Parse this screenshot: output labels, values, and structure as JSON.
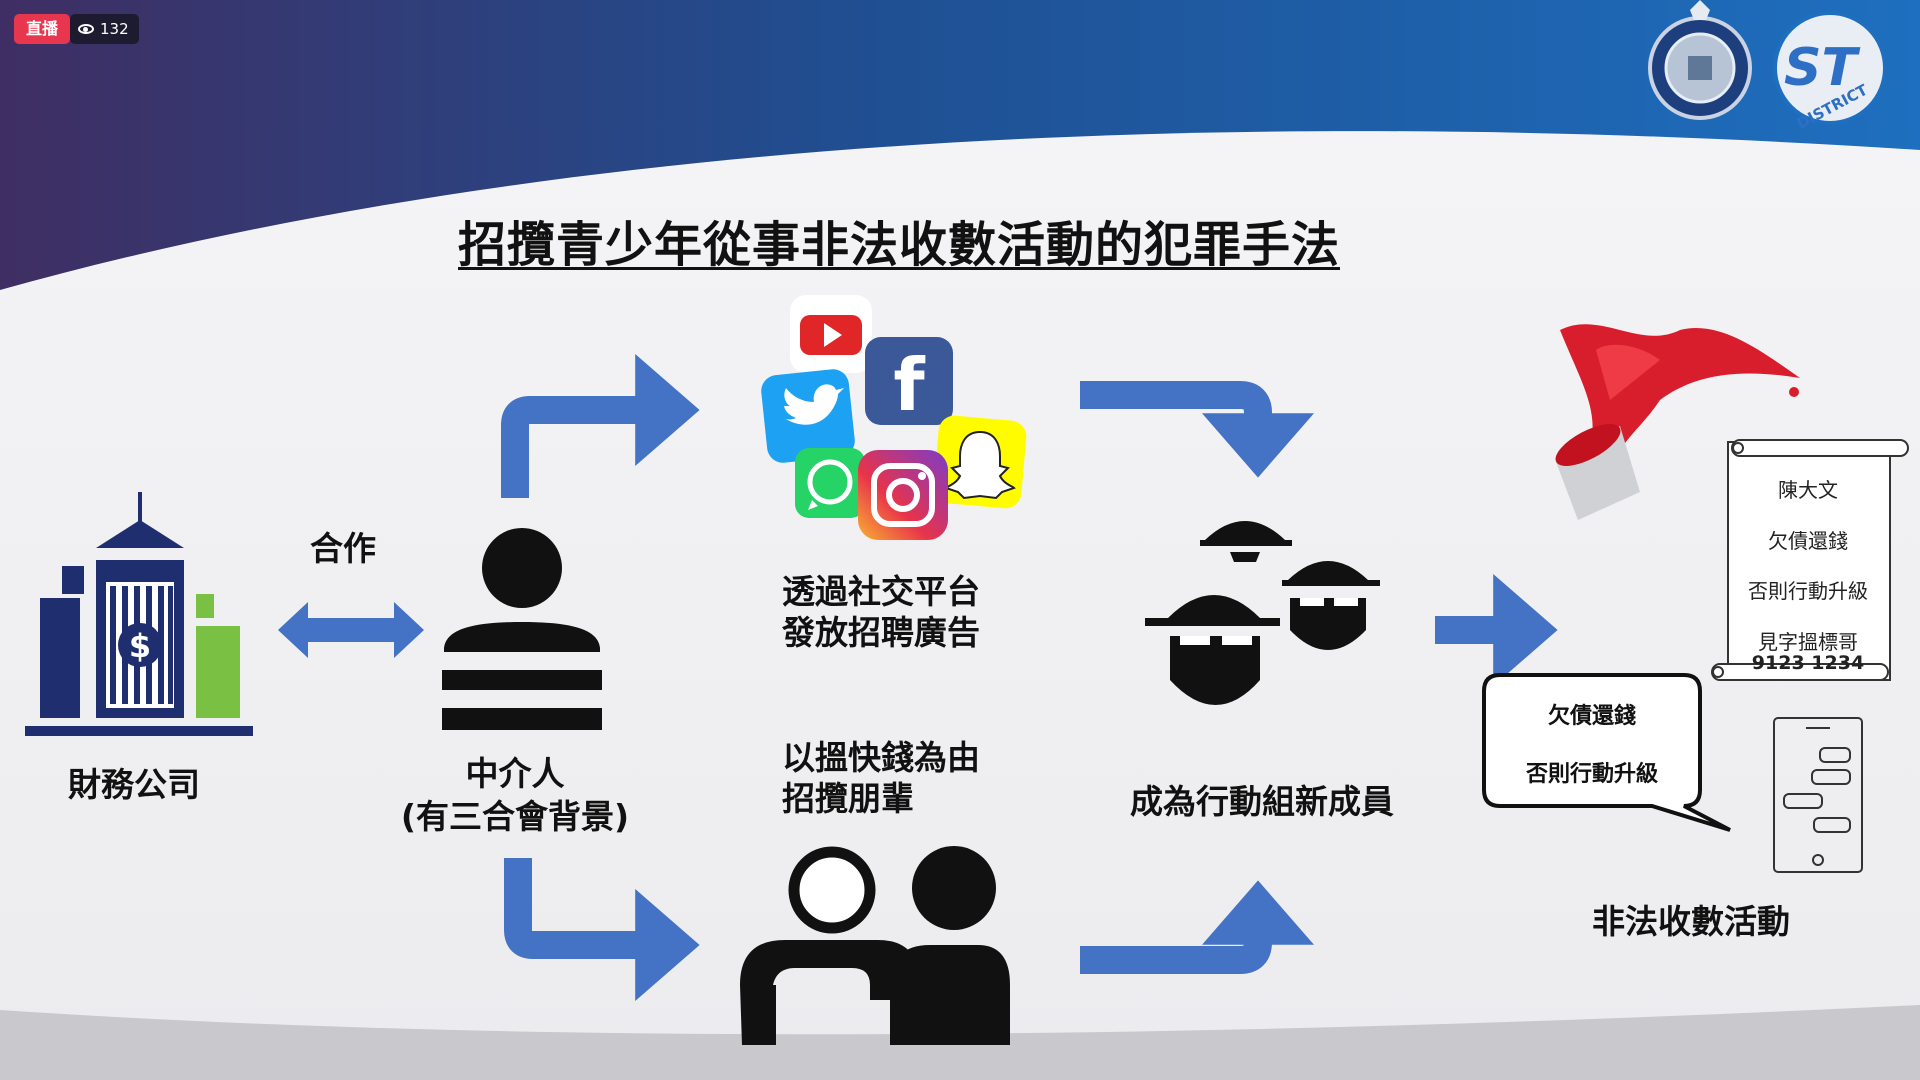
{
  "overlay": {
    "live_label": "直播",
    "viewer_count": "132"
  },
  "slide": {
    "title": "招攬青少年從事非法收數活動的犯罪手法",
    "finance_company": "財務公司",
    "cooperation": "合作",
    "middleman_line1": "中介人",
    "middleman_line2": "(有三合會背景)",
    "social_line1": "透過社交平台",
    "social_line2": "發放招聘廣告",
    "peers_line1": "以搵快錢為由",
    "peers_line2": "招攬朋輩",
    "new_member": "成為行動組新成員",
    "illegal_collection": "非法收數活動"
  },
  "scroll_note": {
    "name": "陳大文",
    "line1": "欠債還錢",
    "line2": "否則行動升級",
    "line3": "見字搵標哥",
    "phone": "9123 1234"
  },
  "speech_bubble": {
    "line1": "欠債還錢",
    "line2": "否則行動升級"
  },
  "icons": [
    "youtube-icon",
    "facebook-icon",
    "twitter-icon",
    "whatsapp-icon",
    "instagram-icon",
    "snapchat-icon",
    "police-crest-icon",
    "district-logo-icon"
  ],
  "colors": {
    "arrow_blue": "#4472c4",
    "navy": "#1f2e6e",
    "green": "#7ac143",
    "live_red": "#e8364f"
  }
}
